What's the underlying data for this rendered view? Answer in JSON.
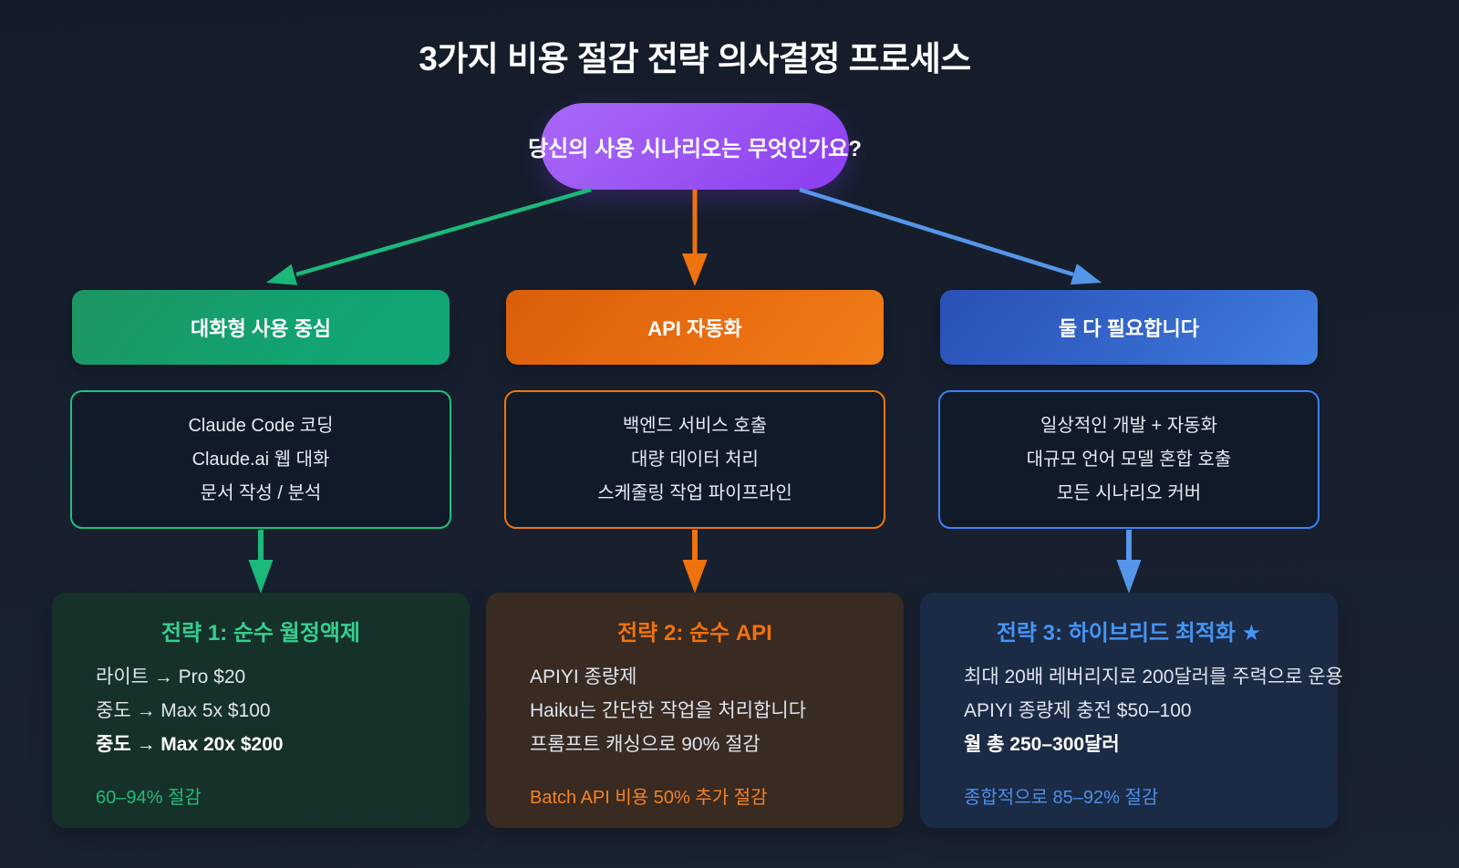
{
  "title": "3가지 비용 절감 전략 의사결정 프로세스",
  "decision_node": {
    "label": "당신의 사용 시나리오는 무엇인가요?",
    "color": "#9a52f3"
  },
  "branches": [
    {
      "id": "conversational",
      "accent": "#14a874",
      "arrow_color": "#1cb97a",
      "header": "대화형 사용 중심",
      "scenarios": [
        "Claude Code 코딩",
        "Claude.ai 웹 대화",
        "문서 작성 / 분석"
      ],
      "strategy": {
        "title": "전략 1: 순수 월정액제",
        "title_color": "#35d08f",
        "card_bg": "#163129",
        "lines": [
          {
            "text": "라이트 → Pro $20",
            "bold": false
          },
          {
            "text": "중도 → Max 5x $100",
            "bold": false
          },
          {
            "text": "중도 → Max 20x $200",
            "bold": true
          }
        ],
        "footer": "60–94% 절감",
        "footer_color": "#21bb7d"
      }
    },
    {
      "id": "api-automation",
      "accent": "#ea6d0f",
      "arrow_color": "#ee720e",
      "header": "API 자동화",
      "scenarios": [
        "백엔드 서비스 호출",
        "대량 데이터 처리",
        "스케줄링 작업 파이프라인"
      ],
      "strategy": {
        "title": "전략 2: 순수 API",
        "title_color": "#f0720e",
        "card_bg": "#392a22",
        "lines": [
          {
            "text": "APIYI 종량제",
            "bold": false
          },
          {
            "text": "Haiku는 간단한 작업을 처리합니다",
            "bold": false
          },
          {
            "text": "프롬프트 캐싱으로 90% 절감",
            "bold": false
          }
        ],
        "footer": "Batch API 비용 50% 추가 절감",
        "footer_color": "#f58222"
      }
    },
    {
      "id": "hybrid",
      "accent": "#3b74d6",
      "arrow_color": "#5596ea",
      "header": "둘 다 필요합니다",
      "scenarios": [
        "일상적인 개발 + 자동화",
        "대규모 언어 모델 혼합 호출",
        "모든 시나리오 커버"
      ],
      "strategy": {
        "title": "전략 3: 하이브리드 최적화 ★",
        "title_color": "#4595f4",
        "card_bg": "#1b2a45",
        "lines": [
          {
            "text": "최대 20배 레버리지로 200달러를 주력으로 운용",
            "bold": false
          },
          {
            "text": "APIYI 종량제 충전 $50–100",
            "bold": false
          },
          {
            "text": "월 총 250–300달러",
            "bold": true
          }
        ],
        "footer": "종합적으로 85–92% 절감",
        "footer_color": "#4a90e8"
      }
    }
  ]
}
